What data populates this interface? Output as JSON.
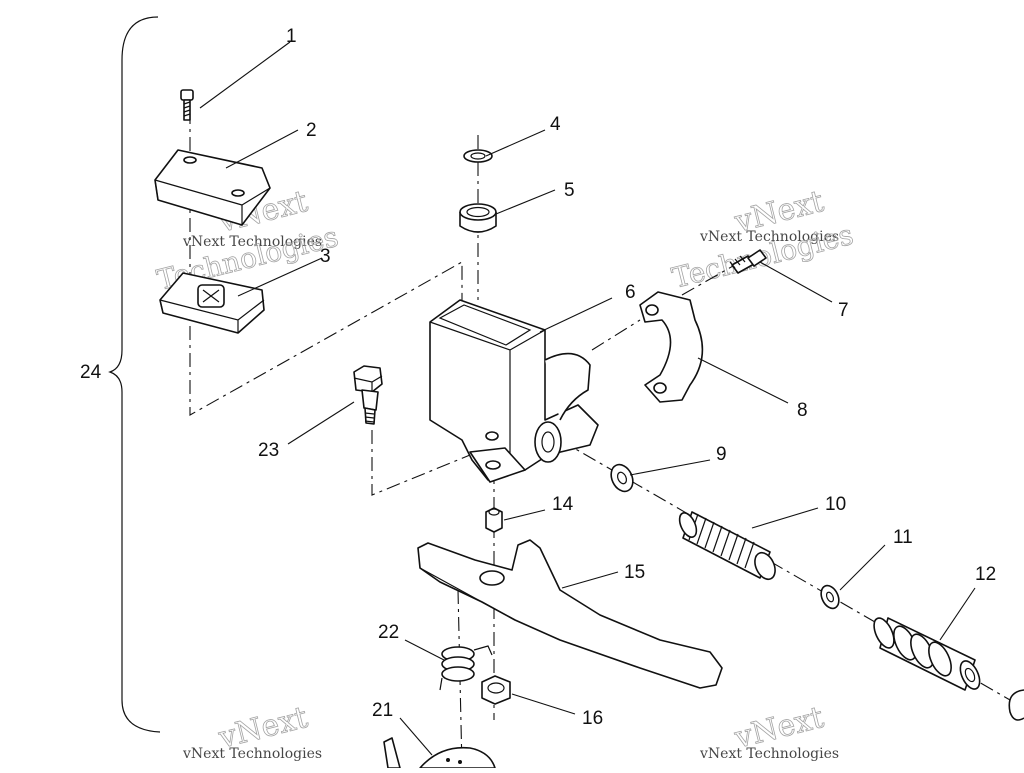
{
  "callouts": [
    {
      "id": "1",
      "text": "1"
    },
    {
      "id": "2",
      "text": "2"
    },
    {
      "id": "3",
      "text": "3"
    },
    {
      "id": "4",
      "text": "4"
    },
    {
      "id": "5",
      "text": "5"
    },
    {
      "id": "6",
      "text": "6"
    },
    {
      "id": "7",
      "text": "7"
    },
    {
      "id": "8",
      "text": "8"
    },
    {
      "id": "9",
      "text": "9"
    },
    {
      "id": "10",
      "text": "10"
    },
    {
      "id": "11",
      "text": "11"
    },
    {
      "id": "12",
      "text": "12"
    },
    {
      "id": "14",
      "text": "14"
    },
    {
      "id": "15",
      "text": "15"
    },
    {
      "id": "16",
      "text": "16"
    },
    {
      "id": "21",
      "text": "21"
    },
    {
      "id": "22",
      "text": "22"
    },
    {
      "id": "23",
      "text": "23"
    },
    {
      "id": "24",
      "text": "24"
    }
  ],
  "watermark": {
    "brand": "vNext",
    "company": "vNext Technologies",
    "word": "Technologies"
  }
}
